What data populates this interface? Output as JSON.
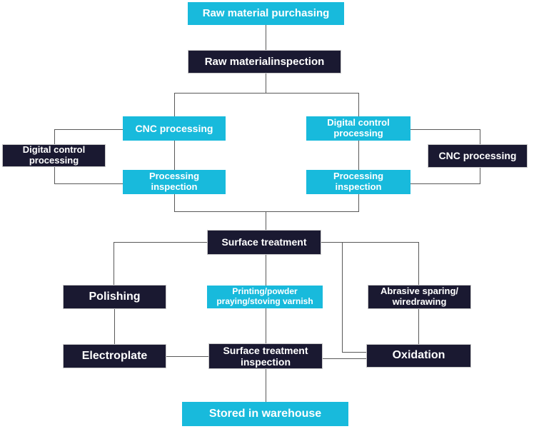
{
  "colors": {
    "cyan": "#18BADC",
    "dark": "#1A1931",
    "line": "#595959",
    "text": "#FFFFFF",
    "bg": "#FFFFFF"
  },
  "nodes": {
    "raw_material_purchasing": {
      "label": "Raw material purchasing",
      "style": "cyan"
    },
    "raw_material_inspection": {
      "label": "Raw materialinspection",
      "style": "dark"
    },
    "cnc_processing_left": {
      "label": "CNC processing",
      "style": "cyan"
    },
    "digital_control_processing_left": {
      "label": "Digital control\nprocessing",
      "style": "dark"
    },
    "processing_inspection_left": {
      "label": "Processing\ninspection",
      "style": "cyan"
    },
    "digital_control_processing_right": {
      "label": "Digital control\nprocessing",
      "style": "cyan"
    },
    "cnc_processing_right": {
      "label": "CNC processing",
      "style": "dark"
    },
    "processing_inspection_right": {
      "label": "Processing\ninspection",
      "style": "cyan"
    },
    "surface_treatment": {
      "label": "Surface treatment",
      "style": "dark"
    },
    "polishing": {
      "label": "Polishing",
      "style": "dark"
    },
    "printing_powder": {
      "label": "Printing/powder\npraying/stoving varnish",
      "style": "cyan"
    },
    "abrasive_sparing": {
      "label": "Abrasive sparing/\nwiredrawing",
      "style": "dark"
    },
    "electroplate": {
      "label": "Electroplate",
      "style": "dark"
    },
    "surface_treatment_inspection": {
      "label": "Surface treatment\ninspection",
      "style": "dark"
    },
    "oxidation": {
      "label": "Oxidation",
      "style": "dark"
    },
    "stored_in_warehouse": {
      "label": "Stored in warehouse",
      "style": "cyan"
    }
  },
  "edges": [
    {
      "from": "raw_material_purchasing",
      "to": "raw_material_inspection"
    },
    {
      "from": "raw_material_inspection",
      "to": "cnc_processing_left"
    },
    {
      "from": "raw_material_inspection",
      "to": "digital_control_processing_right"
    },
    {
      "from": "cnc_processing_left",
      "to": "digital_control_processing_left"
    },
    {
      "from": "digital_control_processing_left",
      "to": "processing_inspection_left"
    },
    {
      "from": "cnc_processing_left",
      "to": "processing_inspection_left"
    },
    {
      "from": "digital_control_processing_right",
      "to": "cnc_processing_right"
    },
    {
      "from": "cnc_processing_right",
      "to": "processing_inspection_right"
    },
    {
      "from": "digital_control_processing_right",
      "to": "processing_inspection_right"
    },
    {
      "from": "processing_inspection_left",
      "to": "surface_treatment"
    },
    {
      "from": "processing_inspection_right",
      "to": "surface_treatment"
    },
    {
      "from": "surface_treatment",
      "to": "polishing"
    },
    {
      "from": "surface_treatment",
      "to": "printing_powder"
    },
    {
      "from": "surface_treatment",
      "to": "abrasive_sparing"
    },
    {
      "from": "surface_treatment",
      "to": "oxidation"
    },
    {
      "from": "polishing",
      "to": "electroplate"
    },
    {
      "from": "printing_powder",
      "to": "surface_treatment_inspection"
    },
    {
      "from": "abrasive_sparing",
      "to": "oxidation"
    },
    {
      "from": "electroplate",
      "to": "surface_treatment_inspection"
    },
    {
      "from": "oxidation",
      "to": "surface_treatment_inspection"
    },
    {
      "from": "surface_treatment_inspection",
      "to": "stored_in_warehouse"
    }
  ]
}
